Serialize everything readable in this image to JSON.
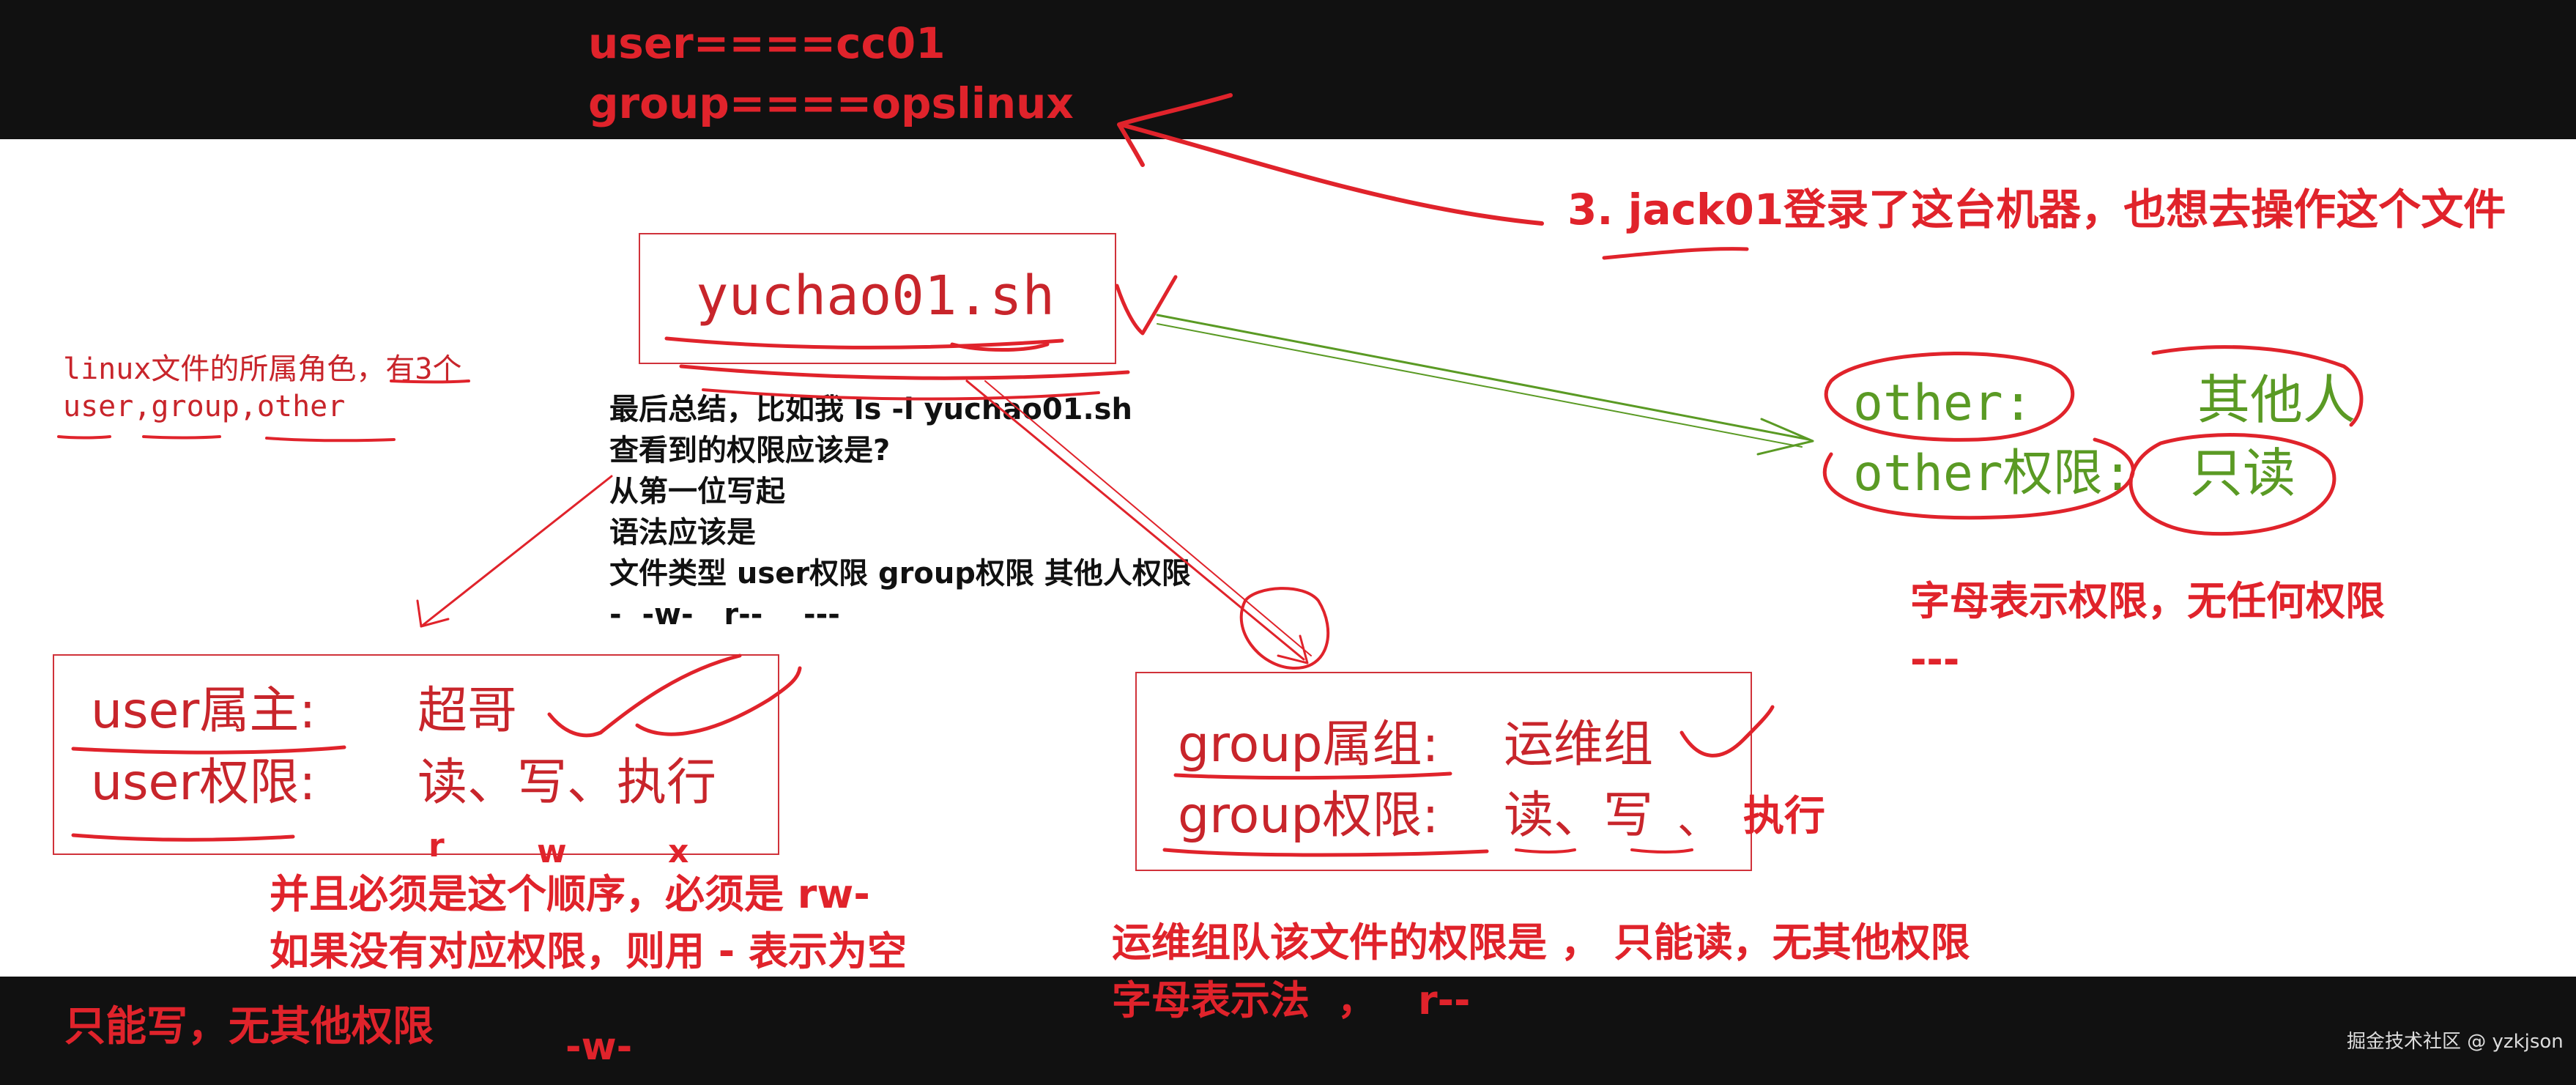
{
  "top_band": {
    "user_line": "user====cc01",
    "group_line": "group====opslinux"
  },
  "annotation_3": "3.  jack01登录了这台机器，也想去操作这个文件",
  "file_name": "yuchao01.sh",
  "roles_note": {
    "line1": "linux文件的所属角色，有3个",
    "line2": "user,group,other"
  },
  "summary": {
    "lines": [
      "最后总结，比如我 ls -l yuchao01.sh",
      "查看到的权限应该是?",
      "从第一位写起",
      "语法应该是",
      "文件类型  user权限  group权限  其他人权限",
      "-  -w-   r--    ---"
    ]
  },
  "user_box": {
    "owner_label": "user属主:",
    "owner_value": "超哥",
    "perm_label": "user权限:",
    "perm_value": "读、写、执行"
  },
  "rwx": {
    "r": "r",
    "w": "w",
    "x": "x"
  },
  "order_note": {
    "line1": "并且必须是这个顺序，必须是 rw-",
    "line2": "如果没有对应权限，则用 - 表示为空"
  },
  "user_result": {
    "text": "只能写，无其他权限",
    "letters": "-w-"
  },
  "group_box": {
    "group_label": "group属组:",
    "group_value": "运维组",
    "perm_label": "group权限:",
    "perm_value": "读、写",
    "sep": "、",
    "exec_added": "执行"
  },
  "group_result": {
    "line1": "运维组队该文件的权限是 ， 只能读，无其他权限",
    "line2": "字母表示法  ，   r--"
  },
  "other_box": {
    "other_label": "other:",
    "other_value": "其他人",
    "perm_label": "other权限:",
    "perm_value": "只读"
  },
  "other_result": {
    "line1": "字母表示权限，无任何权限",
    "line2": "---"
  },
  "watermark": "掘金技术社区 @ yzkjson",
  "colors": {
    "red": "#e0232b",
    "green": "#5a9a24",
    "band": "#111111"
  }
}
